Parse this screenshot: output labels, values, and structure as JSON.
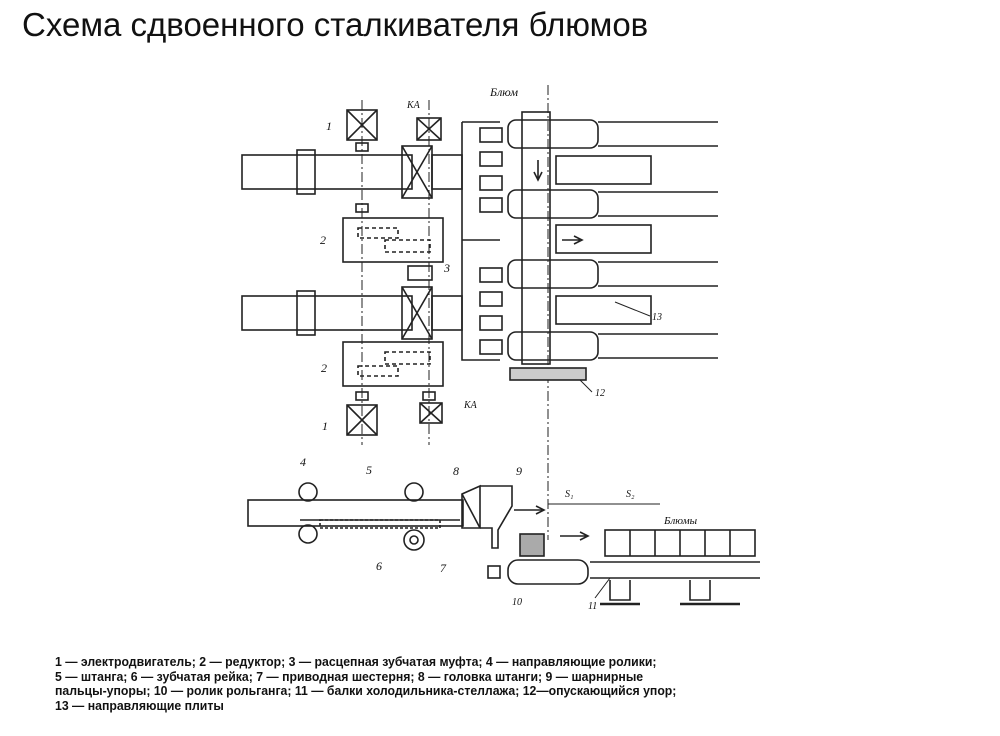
{
  "slide": {
    "title": "Схема сдвоенного сталкивателя блюмов"
  },
  "diagram": {
    "labels": {
      "bloom": "Блюм",
      "ka_top": "КА",
      "ka_bottom": "КА",
      "n1_top": "1",
      "n1_bottom": "1",
      "n2_top": "2",
      "n2_bottom": "2",
      "n3": "3",
      "n13": "13",
      "n12": "12",
      "n4": "4",
      "n5": "5",
      "n6": "6",
      "n7": "7",
      "n8": "8",
      "n9": "9",
      "n10": "10",
      "n11": "11",
      "s1": "S₁",
      "s2": "S₂",
      "blooms": "Блюмы"
    }
  },
  "caption": {
    "line1": "1 — электродвигатель; 2 — редуктор; 3 — расцепная зубчатая муфта; 4 — направляющие ролики;",
    "line2": "5 — штанга; 6 — зубчатая рейка; 7 — приводная шестерня; 8 — головка штанги; 9 — шарнирные",
    "line3": "пальцы-упоры; 10 — ролик рольганга; 11 — балки холодильника-стеллажа; 12—опускающийся упор;",
    "line4": "13 — направляющие плиты"
  }
}
